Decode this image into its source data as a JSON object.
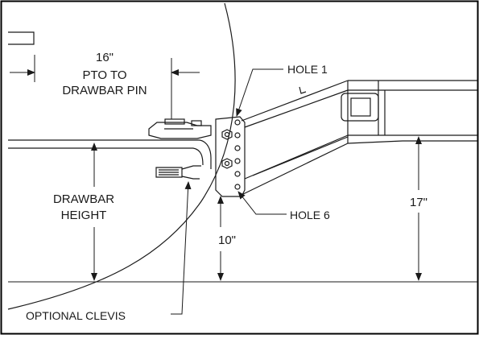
{
  "labels": {
    "pto_distance": "16\"",
    "pto_line1": "PTO TO",
    "pto_line2": "DRAWBAR PIN",
    "hole_top": "HOLE 1",
    "hole_bottom": "HOLE 6",
    "drawbar_line1": "DRAWBAR",
    "drawbar_line2": "HEIGHT",
    "dim_ten": "10\"",
    "dim_seventeen": "17\"",
    "optional_clevis": "OPTIONAL CLEVIS"
  },
  "colors": {
    "line": "#1a1a1a",
    "frame": "#000000",
    "background": "#ffffff"
  }
}
